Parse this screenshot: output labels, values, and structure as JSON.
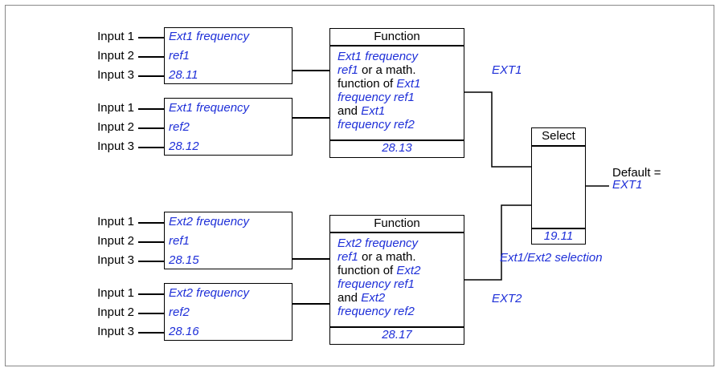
{
  "diagram": {
    "ref_blocks": [
      {
        "id": "ext1-ref1",
        "inputs": [
          "Input 1",
          "Input 2",
          "Input 3"
        ],
        "line1": "Ext1 frequency",
        "line2": "ref1",
        "param": "28.11"
      },
      {
        "id": "ext1-ref2",
        "inputs": [
          "Input 1",
          "Input 2",
          "Input 3"
        ],
        "line1": "Ext1 frequency",
        "line2": "ref2",
        "param": "28.12"
      },
      {
        "id": "ext2-ref1",
        "inputs": [
          "Input 1",
          "Input 2",
          "Input 3"
        ],
        "line1": "Ext2 frequency",
        "line2": "ref1",
        "param": "28.15"
      },
      {
        "id": "ext2-ref2",
        "inputs": [
          "Input 1",
          "Input 2",
          "Input 3"
        ],
        "line1": "Ext2 frequency",
        "line2": "ref2",
        "param": "28.16"
      }
    ],
    "function_blocks": [
      {
        "id": "func-ext1",
        "title": "Function",
        "l1": "Ext1 frequency",
        "l2a": "ref1",
        "l2b": " or a math.",
        "l3a": "function of ",
        "l3b": "Ext1",
        "l4": "frequency ref1",
        "l5a": "and ",
        "l5b": "Ext1",
        "l6": "frequency ref2",
        "param": "28.13"
      },
      {
        "id": "func-ext2",
        "title": "Function",
        "l1": "Ext2 frequency",
        "l2a": "ref1",
        "l2b": " or a math.",
        "l3a": "function of ",
        "l3b": "Ext2",
        "l4": "frequency ref1",
        "l5a": "and ",
        "l5b": "Ext2",
        "l6": "frequency ref2",
        "param": "28.17"
      }
    ],
    "select": {
      "title": "Select",
      "param": "19.11",
      "caption": "Ext1/Ext2 selection"
    },
    "ext1_label": "EXT1",
    "ext2_label": "EXT2",
    "default_label": "Default =",
    "default_value": "EXT1",
    "colors": {
      "param_blue": "#1e2fd8",
      "line": "#000000"
    }
  }
}
